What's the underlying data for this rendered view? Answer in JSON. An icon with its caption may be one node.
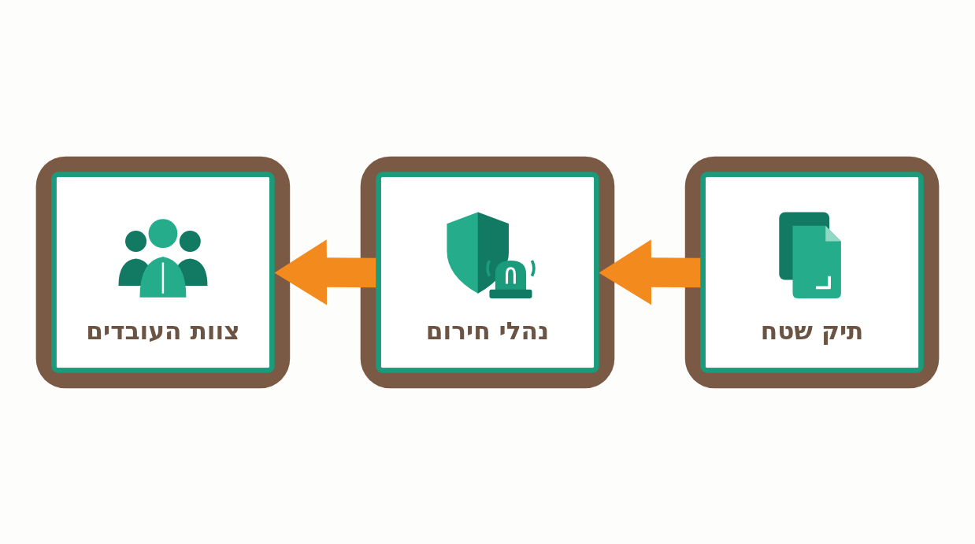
{
  "diagram": {
    "nodes": [
      {
        "text": [
          "תיק שטח"
        ]
      },
      {
        "text": [
          "נהלי חירום"
        ]
      },
      {
        "text": [
          "צוות העובדים"
        ]
      }
    ],
    "edges": [
      {
        "from": 0,
        "to": 1,
        "arrow": "to"
      },
      {
        "from": 1,
        "to": 2,
        "arrow": "to"
      }
    ]
  }
}
